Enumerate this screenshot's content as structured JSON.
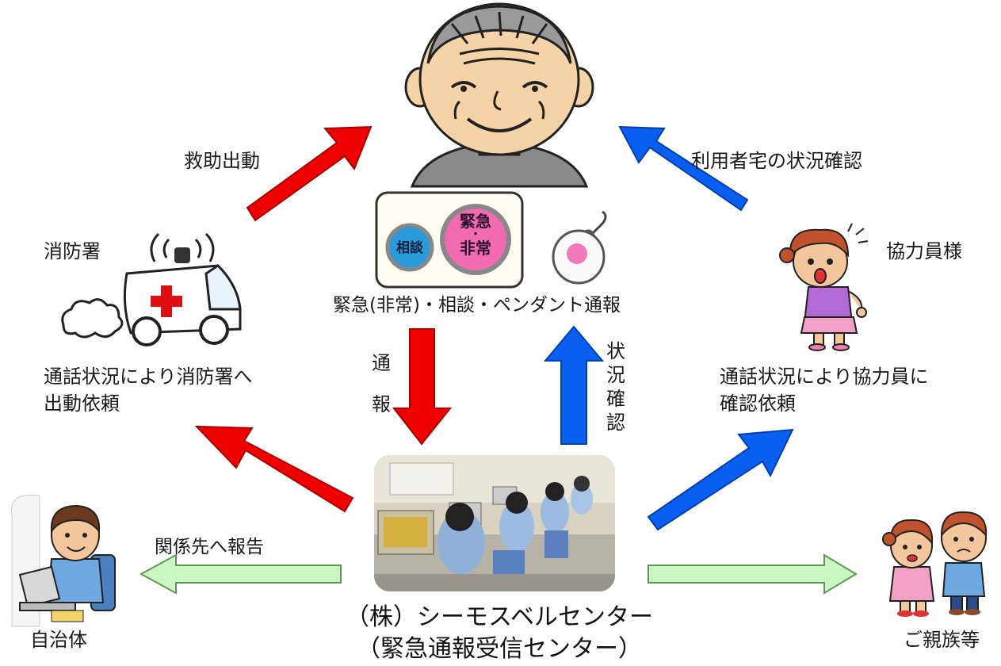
{
  "labels": {
    "rescue": "救助出動",
    "fire_station": "消防署",
    "fire_request": [
      "通話状況により消防署へ",
      "出動依頼"
    ],
    "check_user_home": "利用者宅の状況確認",
    "cooperator": "協力員様",
    "cooperator_request": [
      "通話状況により協力員に",
      "確認依頼"
    ],
    "devices_caption": "緊急(非常)・相談・ペンダント通報",
    "report_vertical": [
      "通",
      "報"
    ],
    "status_vertical": [
      "状",
      "況",
      "確",
      "認"
    ],
    "report_related": "関係先へ報告",
    "municipality": "自治体",
    "family": "ご親族等",
    "center_line1": "（株）シーモスベルセンター",
    "center_line2": "（緊急通報受信センター）"
  },
  "device": {
    "consult_button": "相談",
    "emergency_button": [
      "緊急",
      "・",
      "非常"
    ]
  },
  "colors": {
    "red_arrow": "#ee0000",
    "blue_arrow": "#0a5ff0",
    "green_arrow": "#ccf5c4",
    "pink_button": "#f06bb0",
    "blue_button": "#2a9ad8"
  }
}
